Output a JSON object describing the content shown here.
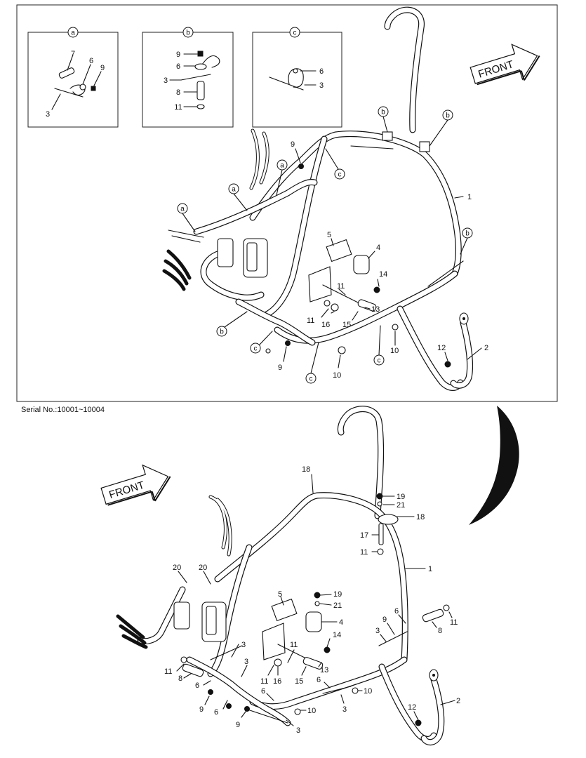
{
  "detail_panels": [
    {
      "letter": "a",
      "labels": [
        "7",
        "6",
        "9",
        "3"
      ]
    },
    {
      "letter": "b",
      "labels": [
        "9",
        "6",
        "3",
        "8",
        "11"
      ]
    },
    {
      "letter": "c",
      "labels": [
        "6",
        "3"
      ]
    }
  ],
  "front_label": "FRONT",
  "serial_text": "Serial No.:10001~10004",
  "upper_callouts": {
    "c1": "1",
    "c2": "2",
    "c4": "4",
    "c5": "5",
    "c9a": "9",
    "c9b": "9",
    "c10a": "10",
    "c10b": "10",
    "c11a": "11",
    "c11b": "11",
    "c12": "12",
    "c13": "13",
    "c14": "14",
    "c15": "15",
    "c16": "16"
  },
  "upper_letters": {
    "a1": "a",
    "a2": "a",
    "a3": "a",
    "b1": "b",
    "b2": "b",
    "b3": "b",
    "b4": "b",
    "c1": "c",
    "c2": "c",
    "c3": "c",
    "c4": "c"
  },
  "lower_callouts": {
    "c18a": "18",
    "c18b": "18",
    "c19a": "19",
    "c21a": "21",
    "c17": "17",
    "c11a": "11",
    "c1": "1",
    "c20a": "20",
    "c20b": "20",
    "c5": "5",
    "c19b": "19",
    "c21b": "21",
    "c4": "4",
    "c6a": "6",
    "c9a": "9",
    "c11b": "11",
    "c3a": "3",
    "c8a": "8",
    "c14": "14",
    "c3b": "3",
    "c11c": "11",
    "c13": "13",
    "c3c": "3",
    "c11d": "11",
    "c8b": "8",
    "c16": "16",
    "c15": "15",
    "c11e": "11",
    "c6b": "6",
    "c10a": "10",
    "c6c": "6",
    "c9b": "9",
    "c6d": "6",
    "c9c": "9",
    "c6e": "6",
    "c10b": "10",
    "c3d": "3",
    "c12": "12",
    "c2": "2",
    "c3e": "3"
  }
}
